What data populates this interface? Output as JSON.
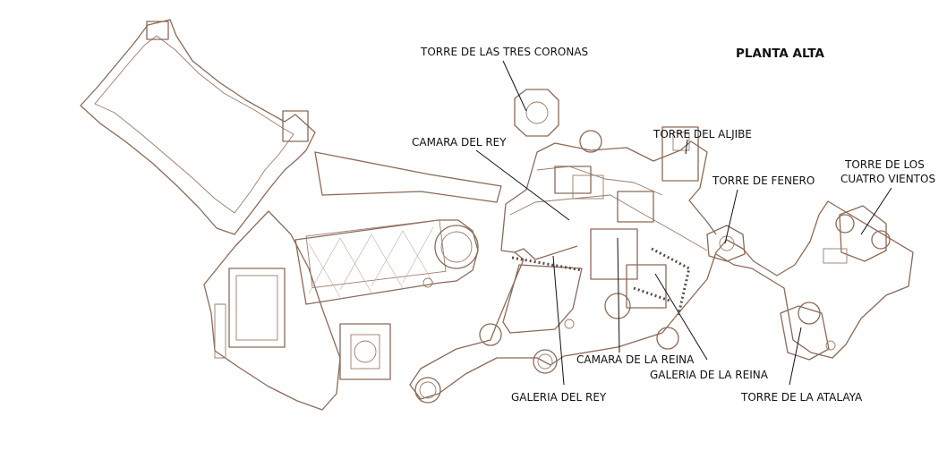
{
  "title": "PLANTA ALTA",
  "labels": {
    "torre_tres_coronas": "TORRE DE LAS TRES CORONAS",
    "camara_del_rey": "CAMARA DEL REY",
    "torre_del_aljibe": "TORRE DEL ALJIBE",
    "torre_de_fenero": "TORRE DE FENERO",
    "torre_cuatro_vientos_1": "TORRE DE LOS",
    "torre_cuatro_vientos_2": "CUATRO VIENTOS",
    "camara_de_la_reina": "CAMARA DE LA REINA",
    "galeria_de_la_reina": "GALERIA DE LA REINA",
    "galeria_del_rey": "GALERIA DEL REY",
    "torre_de_la_atalaya": "TORRE DE LA ATALAYA"
  },
  "colors": {
    "wall": "#8a6a58",
    "label": "#111111",
    "background": "#ffffff"
  }
}
